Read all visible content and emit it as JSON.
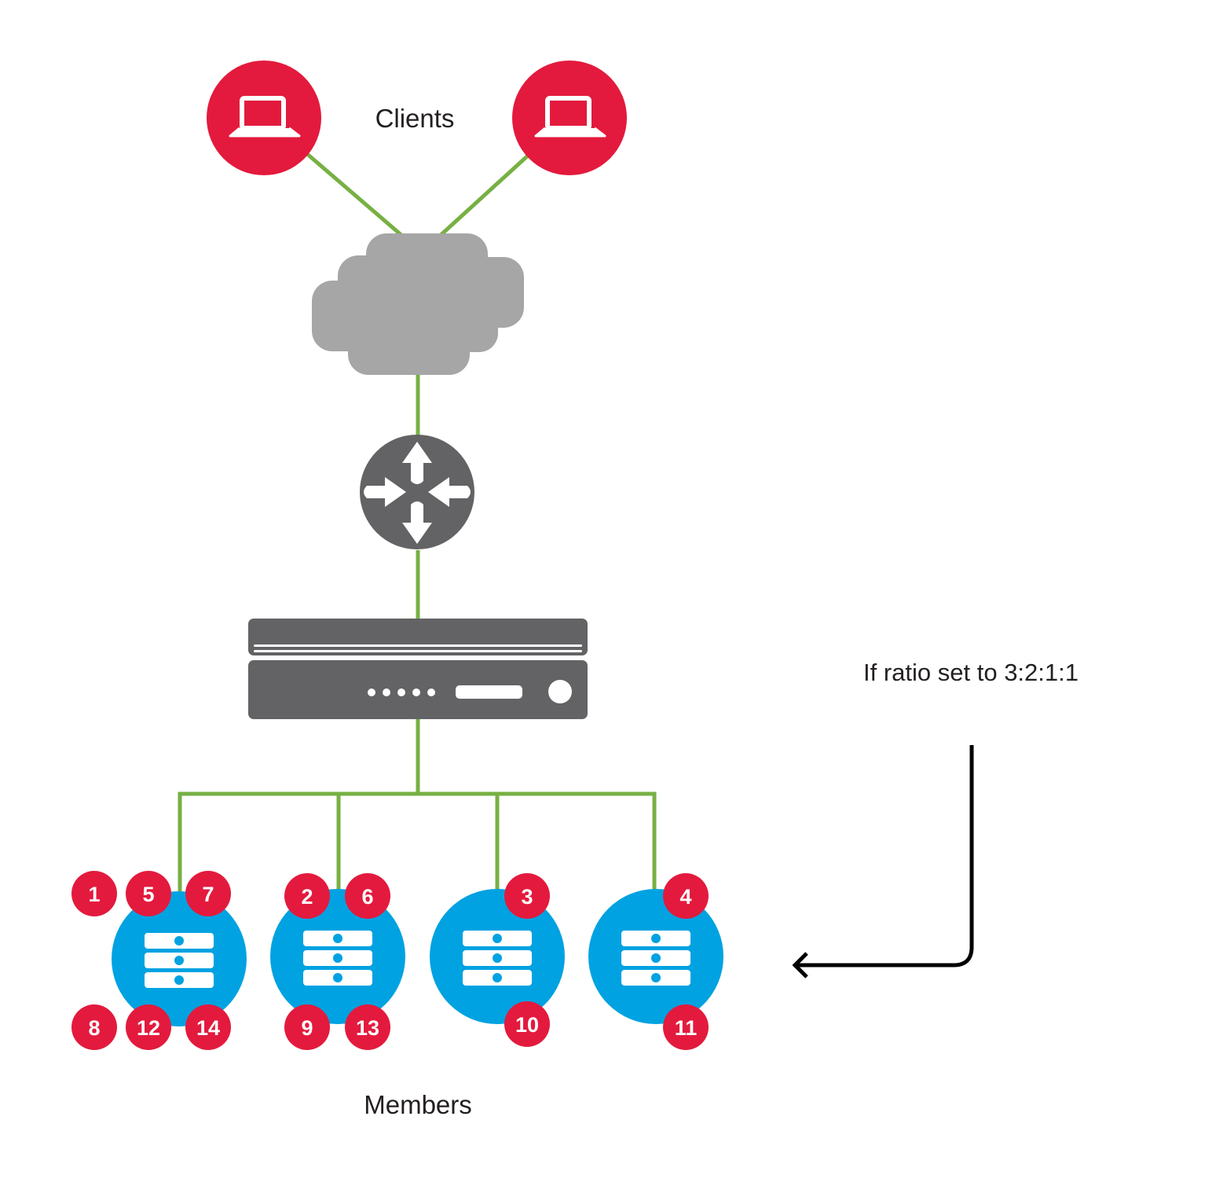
{
  "title": "Ratio load balancing diagram",
  "labels": {
    "clients": "Clients",
    "members": "Members",
    "ratio_note": "If ratio set to 3:2:1:1"
  },
  "colors": {
    "client_red": "#e31a3d",
    "badge_red": "#e31a3d",
    "link_green": "#77b043",
    "cloud_gray": "#a6a6a6",
    "device_gray": "#636365",
    "member_blue": "#00a2e1",
    "text": "#231f20",
    "arrow": "#000000"
  },
  "nodes": {
    "clients": [
      {
        "name": "client-1",
        "icon": "laptop-icon"
      },
      {
        "name": "client-2",
        "icon": "laptop-icon"
      }
    ],
    "internet": {
      "name": "internet-cloud",
      "icon": "cloud-icon"
    },
    "router": {
      "name": "router",
      "icon": "router-arrows-icon"
    },
    "load_balancer": {
      "name": "load-balancer-appliance",
      "icon": "appliance-icon"
    },
    "members": [
      {
        "name": "member-1",
        "ratio": 3,
        "requests": [
          "1",
          "5",
          "7",
          "8",
          "12",
          "14"
        ]
      },
      {
        "name": "member-2",
        "ratio": 2,
        "requests": [
          "2",
          "6",
          "9",
          "13"
        ]
      },
      {
        "name": "member-3",
        "ratio": 1,
        "requests": [
          "3",
          "10"
        ]
      },
      {
        "name": "member-4",
        "ratio": 1,
        "requests": [
          "4",
          "11"
        ]
      }
    ]
  }
}
